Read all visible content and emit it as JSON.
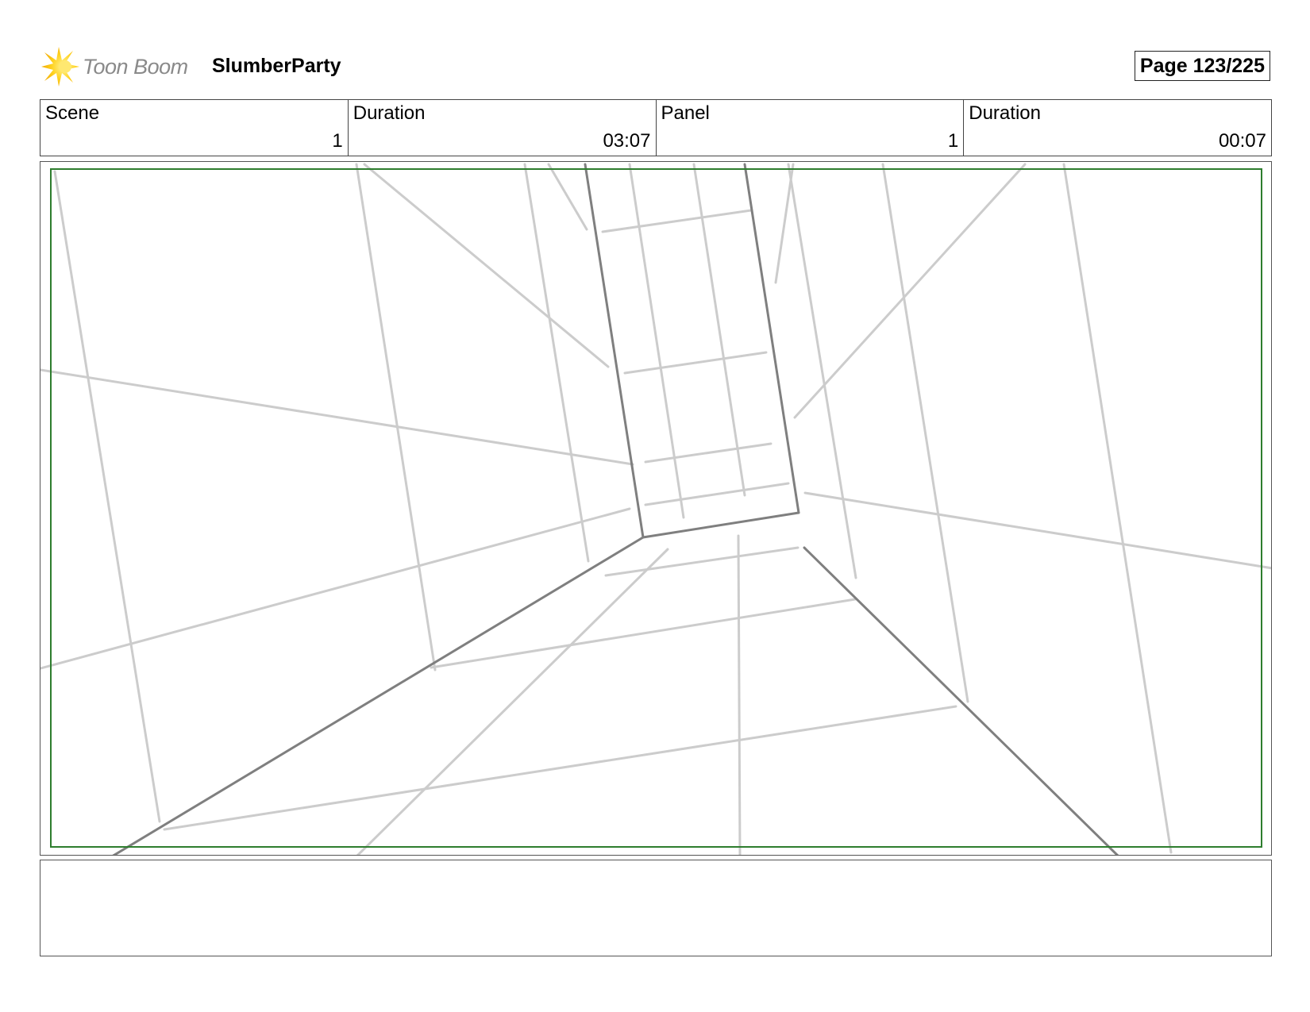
{
  "header": {
    "logo_text": "Toon Boom",
    "logo_icon": "toon-boom-burst-icon",
    "project_title": "SlumberParty",
    "page_label": "Page 123/225"
  },
  "info": {
    "scene_label": "Scene",
    "scene_value": "1",
    "scene_duration_label": "Duration",
    "scene_duration_value": "03:07",
    "panel_label": "Panel",
    "panel_value": "1",
    "panel_duration_label": "Duration",
    "panel_duration_value": "00:07"
  },
  "panel": {
    "safe_frame_color": "#2e7d2e",
    "dark_line_color": "#7f7f7f",
    "light_line_color": "#cccccc"
  },
  "notes": {
    "text": ""
  }
}
